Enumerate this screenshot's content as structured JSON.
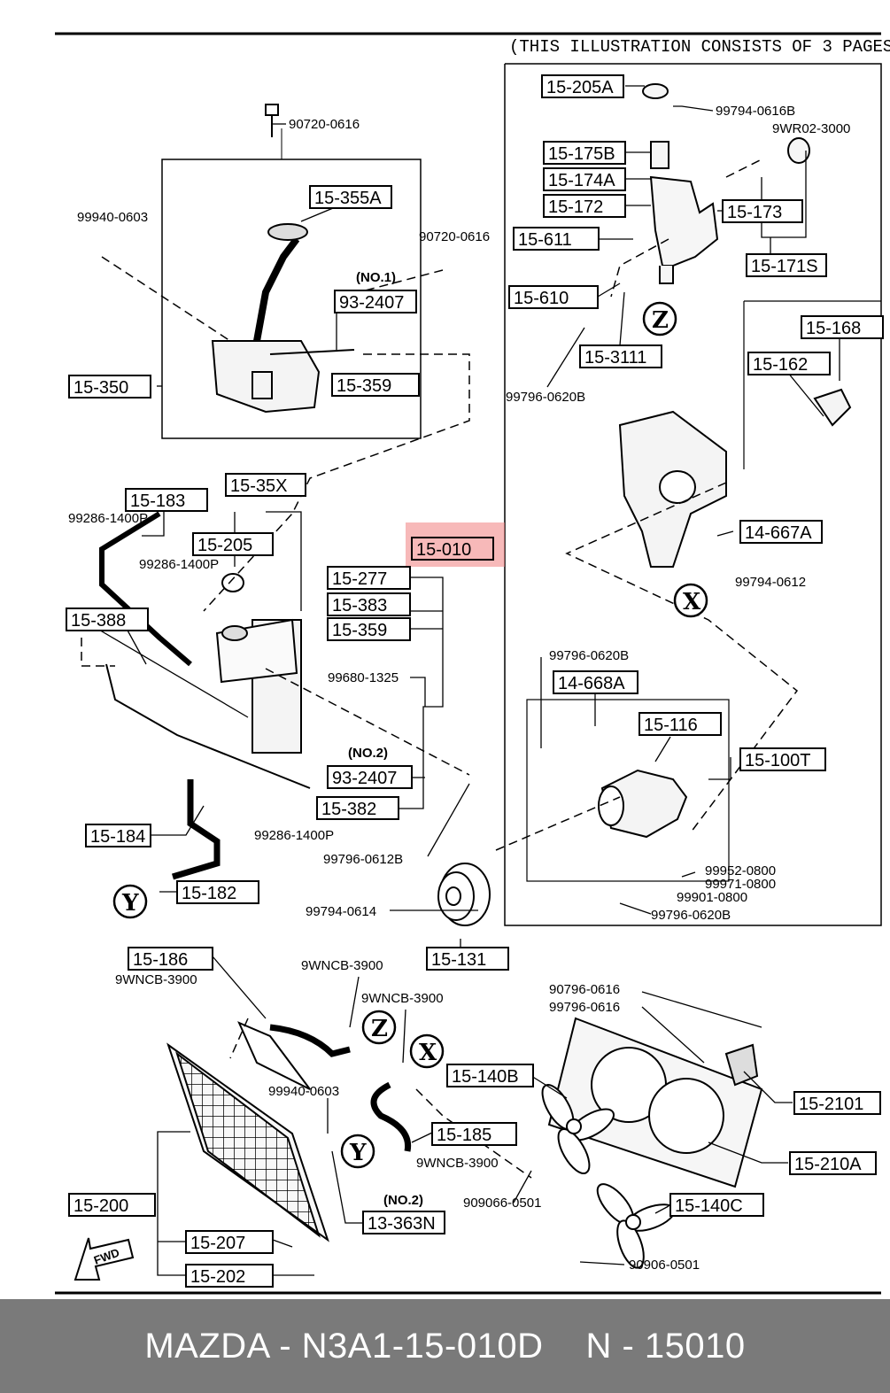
{
  "header": {
    "note": "(THIS ILLUSTRATION CONSISTS OF  3 PAGES)"
  },
  "highlight_color": "#f08080",
  "boxed_labels": [
    {
      "id": "15-205A",
      "text": "15-205A"
    },
    {
      "id": "15-175B",
      "text": "15-175B"
    },
    {
      "id": "15-174A",
      "text": "15-174A"
    },
    {
      "id": "15-172",
      "text": "15-172"
    },
    {
      "id": "15-173",
      "text": "15-173"
    },
    {
      "id": "15-611",
      "text": "15-611"
    },
    {
      "id": "15-171S",
      "text": "15-171S"
    },
    {
      "id": "15-610",
      "text": "15-610"
    },
    {
      "id": "15-3111",
      "text": "15-3111"
    },
    {
      "id": "15-168",
      "text": "15-168"
    },
    {
      "id": "15-162",
      "text": "15-162"
    },
    {
      "id": "15-355A",
      "text": "15-355A"
    },
    {
      "id": "93-2407a",
      "text": "93-2407"
    },
    {
      "id": "15-350",
      "text": "15-350"
    },
    {
      "id": "15-359a",
      "text": "15-359"
    },
    {
      "id": "15-35X",
      "text": "15-35X"
    },
    {
      "id": "15-183",
      "text": "15-183"
    },
    {
      "id": "15-205",
      "text": "15-205"
    },
    {
      "id": "15-010",
      "text": "15-010"
    },
    {
      "id": "15-277",
      "text": "15-277"
    },
    {
      "id": "15-388",
      "text": "15-388"
    },
    {
      "id": "15-383",
      "text": "15-383"
    },
    {
      "id": "15-359b",
      "text": "15-359"
    },
    {
      "id": "14-667A",
      "text": "14-667A"
    },
    {
      "id": "14-668A",
      "text": "14-668A"
    },
    {
      "id": "15-116",
      "text": "15-116"
    },
    {
      "id": "15-100T",
      "text": "15-100T"
    },
    {
      "id": "93-2407b",
      "text": "93-2407"
    },
    {
      "id": "15-382",
      "text": "15-382"
    },
    {
      "id": "15-184",
      "text": "15-184"
    },
    {
      "id": "15-182",
      "text": "15-182"
    },
    {
      "id": "15-131",
      "text": "15-131"
    },
    {
      "id": "15-186",
      "text": "15-186"
    },
    {
      "id": "15-140B",
      "text": "15-140B"
    },
    {
      "id": "15-2101",
      "text": "15-2101"
    },
    {
      "id": "15-185",
      "text": "15-185"
    },
    {
      "id": "15-210A",
      "text": "15-210A"
    },
    {
      "id": "15-200",
      "text": "15-200"
    },
    {
      "id": "13-363N",
      "text": "13-363N"
    },
    {
      "id": "15-140C",
      "text": "15-140C"
    },
    {
      "id": "15-207",
      "text": "15-207"
    },
    {
      "id": "15-202",
      "text": "15-202"
    }
  ],
  "plain_labels": [
    {
      "id": "l1",
      "text": "99794-0616B"
    },
    {
      "id": "l2",
      "text": "9WR02-3000"
    },
    {
      "id": "l3",
      "text": "90720-0616"
    },
    {
      "id": "l4",
      "text": "99940-0603"
    },
    {
      "id": "l5",
      "text": "90720-0616"
    },
    {
      "id": "l6",
      "text": "(NO.1)"
    },
    {
      "id": "l7",
      "text": "99796-0620B"
    },
    {
      "id": "l8",
      "text": "99286-1400P"
    },
    {
      "id": "l9",
      "text": "99286-1400P"
    },
    {
      "id": "l10",
      "text": "99794-0612"
    },
    {
      "id": "l11",
      "text": "99680-1325"
    },
    {
      "id": "l12",
      "text": "99796-0620B"
    },
    {
      "id": "l13",
      "text": "(NO.2)"
    },
    {
      "id": "l14",
      "text": "99286-1400P"
    },
    {
      "id": "l15",
      "text": "99796-0612B"
    },
    {
      "id": "l16",
      "text": "99952-0800"
    },
    {
      "id": "l17",
      "text": "99971-0800"
    },
    {
      "id": "l18",
      "text": "99901-0800"
    },
    {
      "id": "l19",
      "text": "99794-0614"
    },
    {
      "id": "l20",
      "text": "99796-0620B"
    },
    {
      "id": "l21",
      "text": "9WNCB-3900"
    },
    {
      "id": "l22",
      "text": "9WNCB-3900"
    },
    {
      "id": "l23",
      "text": "9WNCB-3900"
    },
    {
      "id": "l24",
      "text": "90796-0616"
    },
    {
      "id": "l25",
      "text": "99796-0616"
    },
    {
      "id": "l26",
      "text": "99940-0603"
    },
    {
      "id": "l27",
      "text": "9WNCB-3900"
    },
    {
      "id": "l28",
      "text": "909066-0501"
    },
    {
      "id": "l29",
      "text": "(NO.2)"
    },
    {
      "id": "l30",
      "text": "90906-0501"
    }
  ],
  "markers": [
    "Z",
    "X",
    "Y",
    "Z",
    "X",
    "Y"
  ],
  "fwd_label": "FWD",
  "footer": {
    "brand": "MAZDA - N3A1-15-010D",
    "code": "N - 15010"
  }
}
